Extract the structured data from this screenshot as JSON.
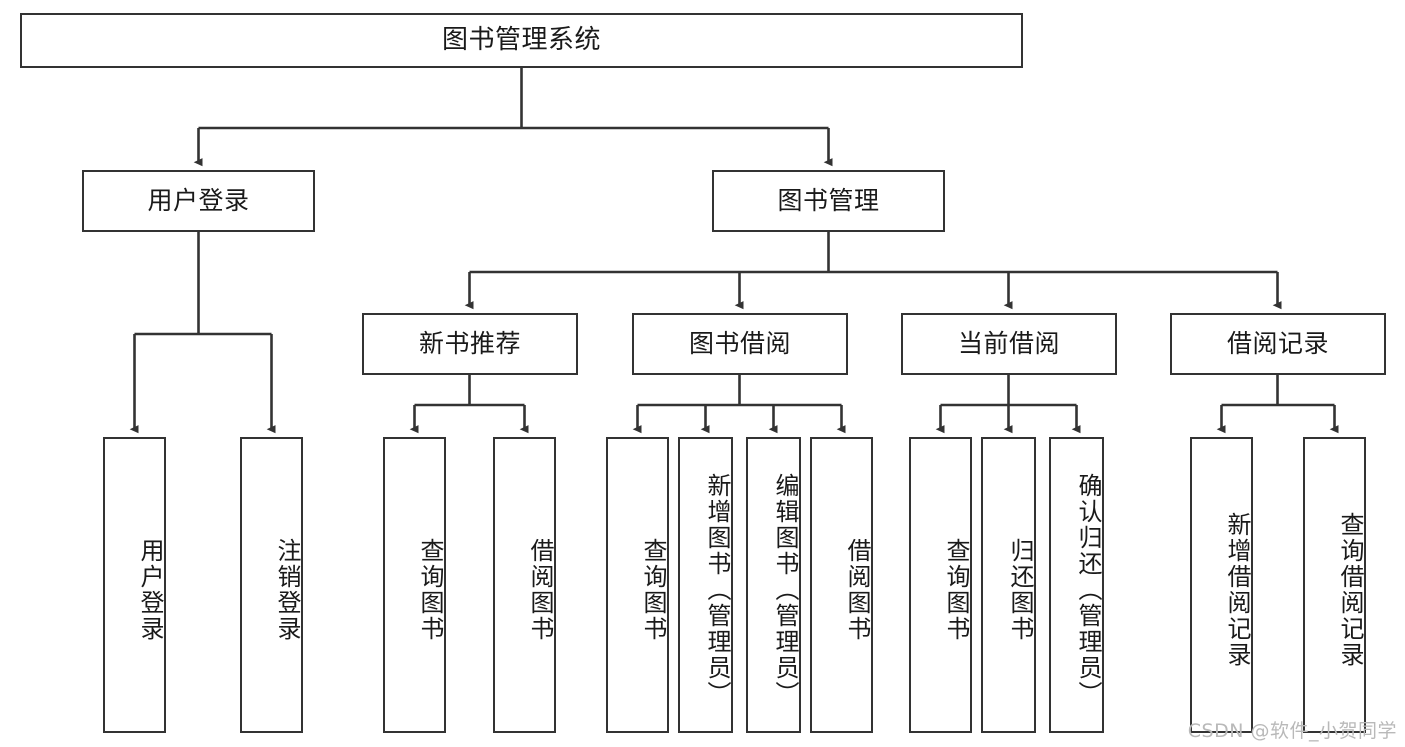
{
  "diagram": {
    "title": "图书管理系统",
    "type": "tree-hierarchy",
    "watermark": "CSDN @软件_小贺同学",
    "colors": {
      "background": "#ffffff",
      "node_fill": "#ffffff",
      "node_border": "#333333",
      "connector": "#333333",
      "watermark_text": "#b9b9b9"
    },
    "root": {
      "label": "图书管理系统"
    },
    "level2": [
      {
        "id": "user-login",
        "label": "用户登录"
      },
      {
        "id": "book-manage",
        "label": "图书管理"
      }
    ],
    "level3": [
      {
        "id": "new-book-recommend",
        "label": "新书推荐",
        "parent": "book-manage"
      },
      {
        "id": "book-borrow",
        "label": "图书借阅",
        "parent": "book-manage"
      },
      {
        "id": "current-borrow",
        "label": "当前借阅",
        "parent": "book-manage"
      },
      {
        "id": "borrow-record",
        "label": "借阅记录",
        "parent": "book-manage"
      }
    ],
    "leaves": {
      "user-login": [
        {
          "id": "leaf-user-login",
          "label": "用户登录"
        },
        {
          "id": "leaf-user-logout",
          "label": "注销登录"
        }
      ],
      "new-book-recommend": [
        {
          "id": "leaf-query-book-1",
          "label": "查询图书"
        },
        {
          "id": "leaf-borrow-book-1",
          "label": "借阅图书"
        }
      ],
      "book-borrow": [
        {
          "id": "leaf-query-book-2",
          "label": "查询图书"
        },
        {
          "id": "leaf-add-book",
          "label": "新增图书（管理员）"
        },
        {
          "id": "leaf-edit-book",
          "label": "编辑图书（管理员）"
        },
        {
          "id": "leaf-borrow-book-2",
          "label": "借阅图书"
        }
      ],
      "current-borrow": [
        {
          "id": "leaf-query-book-3",
          "label": "查询图书"
        },
        {
          "id": "leaf-return-book",
          "label": "归还图书"
        },
        {
          "id": "leaf-confirm-return",
          "label": "确认归还（管理员）"
        }
      ],
      "borrow-record": [
        {
          "id": "leaf-add-record",
          "label": "新增借阅记录"
        },
        {
          "id": "leaf-query-record",
          "label": "查询借阅记录"
        }
      ]
    }
  }
}
